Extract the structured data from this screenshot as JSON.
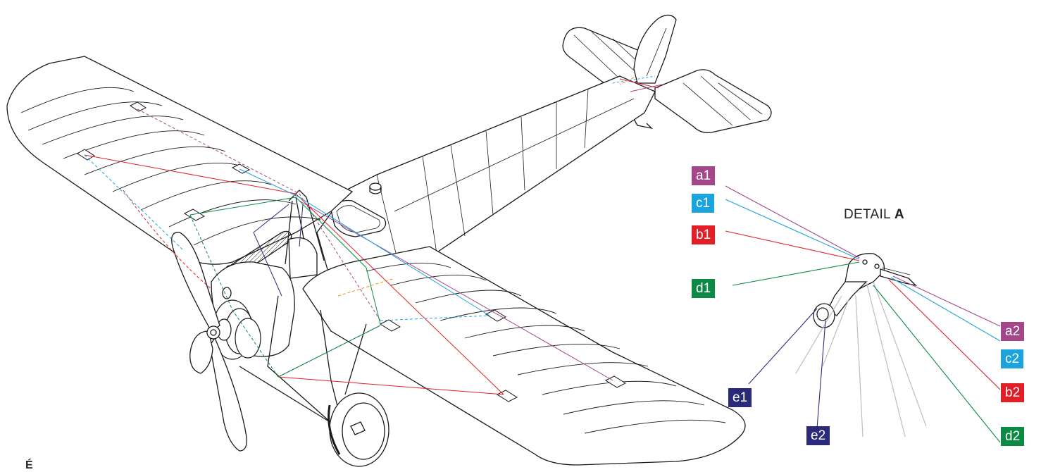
{
  "detail": {
    "prefix": "DETAIL",
    "letter": "A"
  },
  "corner_mark": "É",
  "colors": {
    "a": "#a4478a",
    "b": "#e21f26",
    "c": "#1aa3dd",
    "d": "#0a8a42",
    "e": "#2b2a7a",
    "outline": "#1a1a1a"
  },
  "labels": {
    "a1": "a1",
    "c1": "c1",
    "b1": "b1",
    "d1": "d1",
    "a2": "a2",
    "c2": "c2",
    "b2": "b2",
    "d2": "d2",
    "e1": "e1",
    "e2": "e2"
  }
}
